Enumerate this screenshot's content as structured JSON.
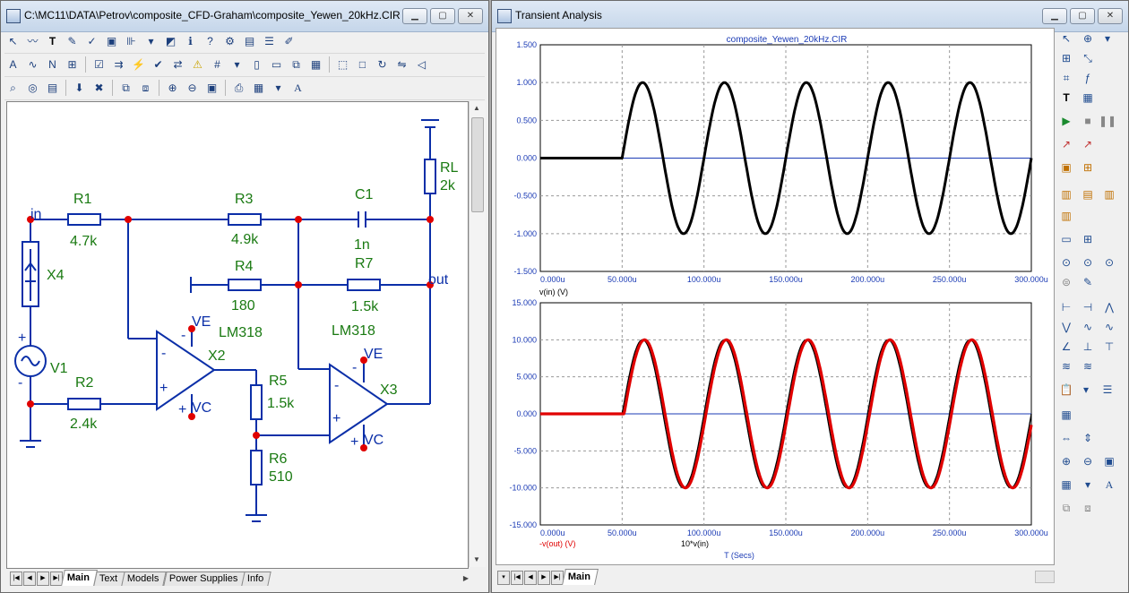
{
  "left_window": {
    "title": "C:\\MC11\\DATA\\Petrov\\composite_CFD-Graham\\composite_Yewen_20kHz.CIR",
    "tabs": [
      "Main",
      "Text",
      "Models",
      "Power Supplies",
      "Info"
    ],
    "schematic": {
      "labels": {
        "in": "in",
        "out": "out",
        "R1": "R1",
        "R1v": "4.7k",
        "R2": "R2",
        "R2v": "2.4k",
        "R3": "R3",
        "R3v": "4.9k",
        "R4": "R4",
        "R4v": "180",
        "R5": "R5",
        "R5v": "1.5k",
        "R6": "R6",
        "R6v": "510",
        "R7": "R7",
        "R7v": "1.5k",
        "RL": "RL",
        "RLv": "2k",
        "C1": "C1",
        "C1v": "1n",
        "X2": "X2",
        "X3": "X3",
        "X4": "X4",
        "V1": "V1",
        "LM1": "LM318",
        "LM2": "LM318",
        "VE": "VE",
        "VC": "VC",
        "plus": "+",
        "minus": "-"
      }
    }
  },
  "right_window": {
    "title": "Transient Analysis",
    "tabs": [
      "Main"
    ],
    "chart_data": [
      {
        "type": "line",
        "title": "composite_Yewen_20kHz.CIR",
        "xlim": [
          0,
          300
        ],
        "ylim": [
          -1.5,
          1.5
        ],
        "x_tick_labels": [
          "0.000u",
          "50.000u",
          "100.000u",
          "150.000u",
          "200.000u",
          "250.000u",
          "300.000u"
        ],
        "y_tick_labels": [
          "1.500",
          "1.000",
          "0.500",
          "0.000",
          "-0.500",
          "-1.000",
          "-1.500"
        ],
        "series": [
          {
            "name": "v(in) (V)",
            "color": "#000000",
            "signal": "sine",
            "amplitude": 1.0,
            "frequency_khz": 20,
            "start_us": 50
          }
        ]
      },
      {
        "type": "line",
        "xlim": [
          0,
          300
        ],
        "ylim": [
          -15,
          15
        ],
        "x_tick_labels": [
          "0.000u",
          "50.000u",
          "100.000u",
          "150.000u",
          "200.000u",
          "250.000u",
          "300.000u"
        ],
        "y_tick_labels": [
          "15.000",
          "10.000",
          "5.000",
          "0.000",
          "-5.000",
          "-10.000",
          "-15.000"
        ],
        "xlabel": "T (Secs)",
        "series": [
          {
            "name": "-v(out) (V)",
            "color": "#e00000",
            "signal": "sine",
            "amplitude": 10.0,
            "frequency_khz": 20,
            "start_us": 50,
            "delay_us": 1.2
          },
          {
            "name": "10*v(in)",
            "color": "#000000",
            "signal": "sine",
            "amplitude": 10.0,
            "frequency_khz": 20,
            "start_us": 50
          }
        ]
      }
    ]
  }
}
